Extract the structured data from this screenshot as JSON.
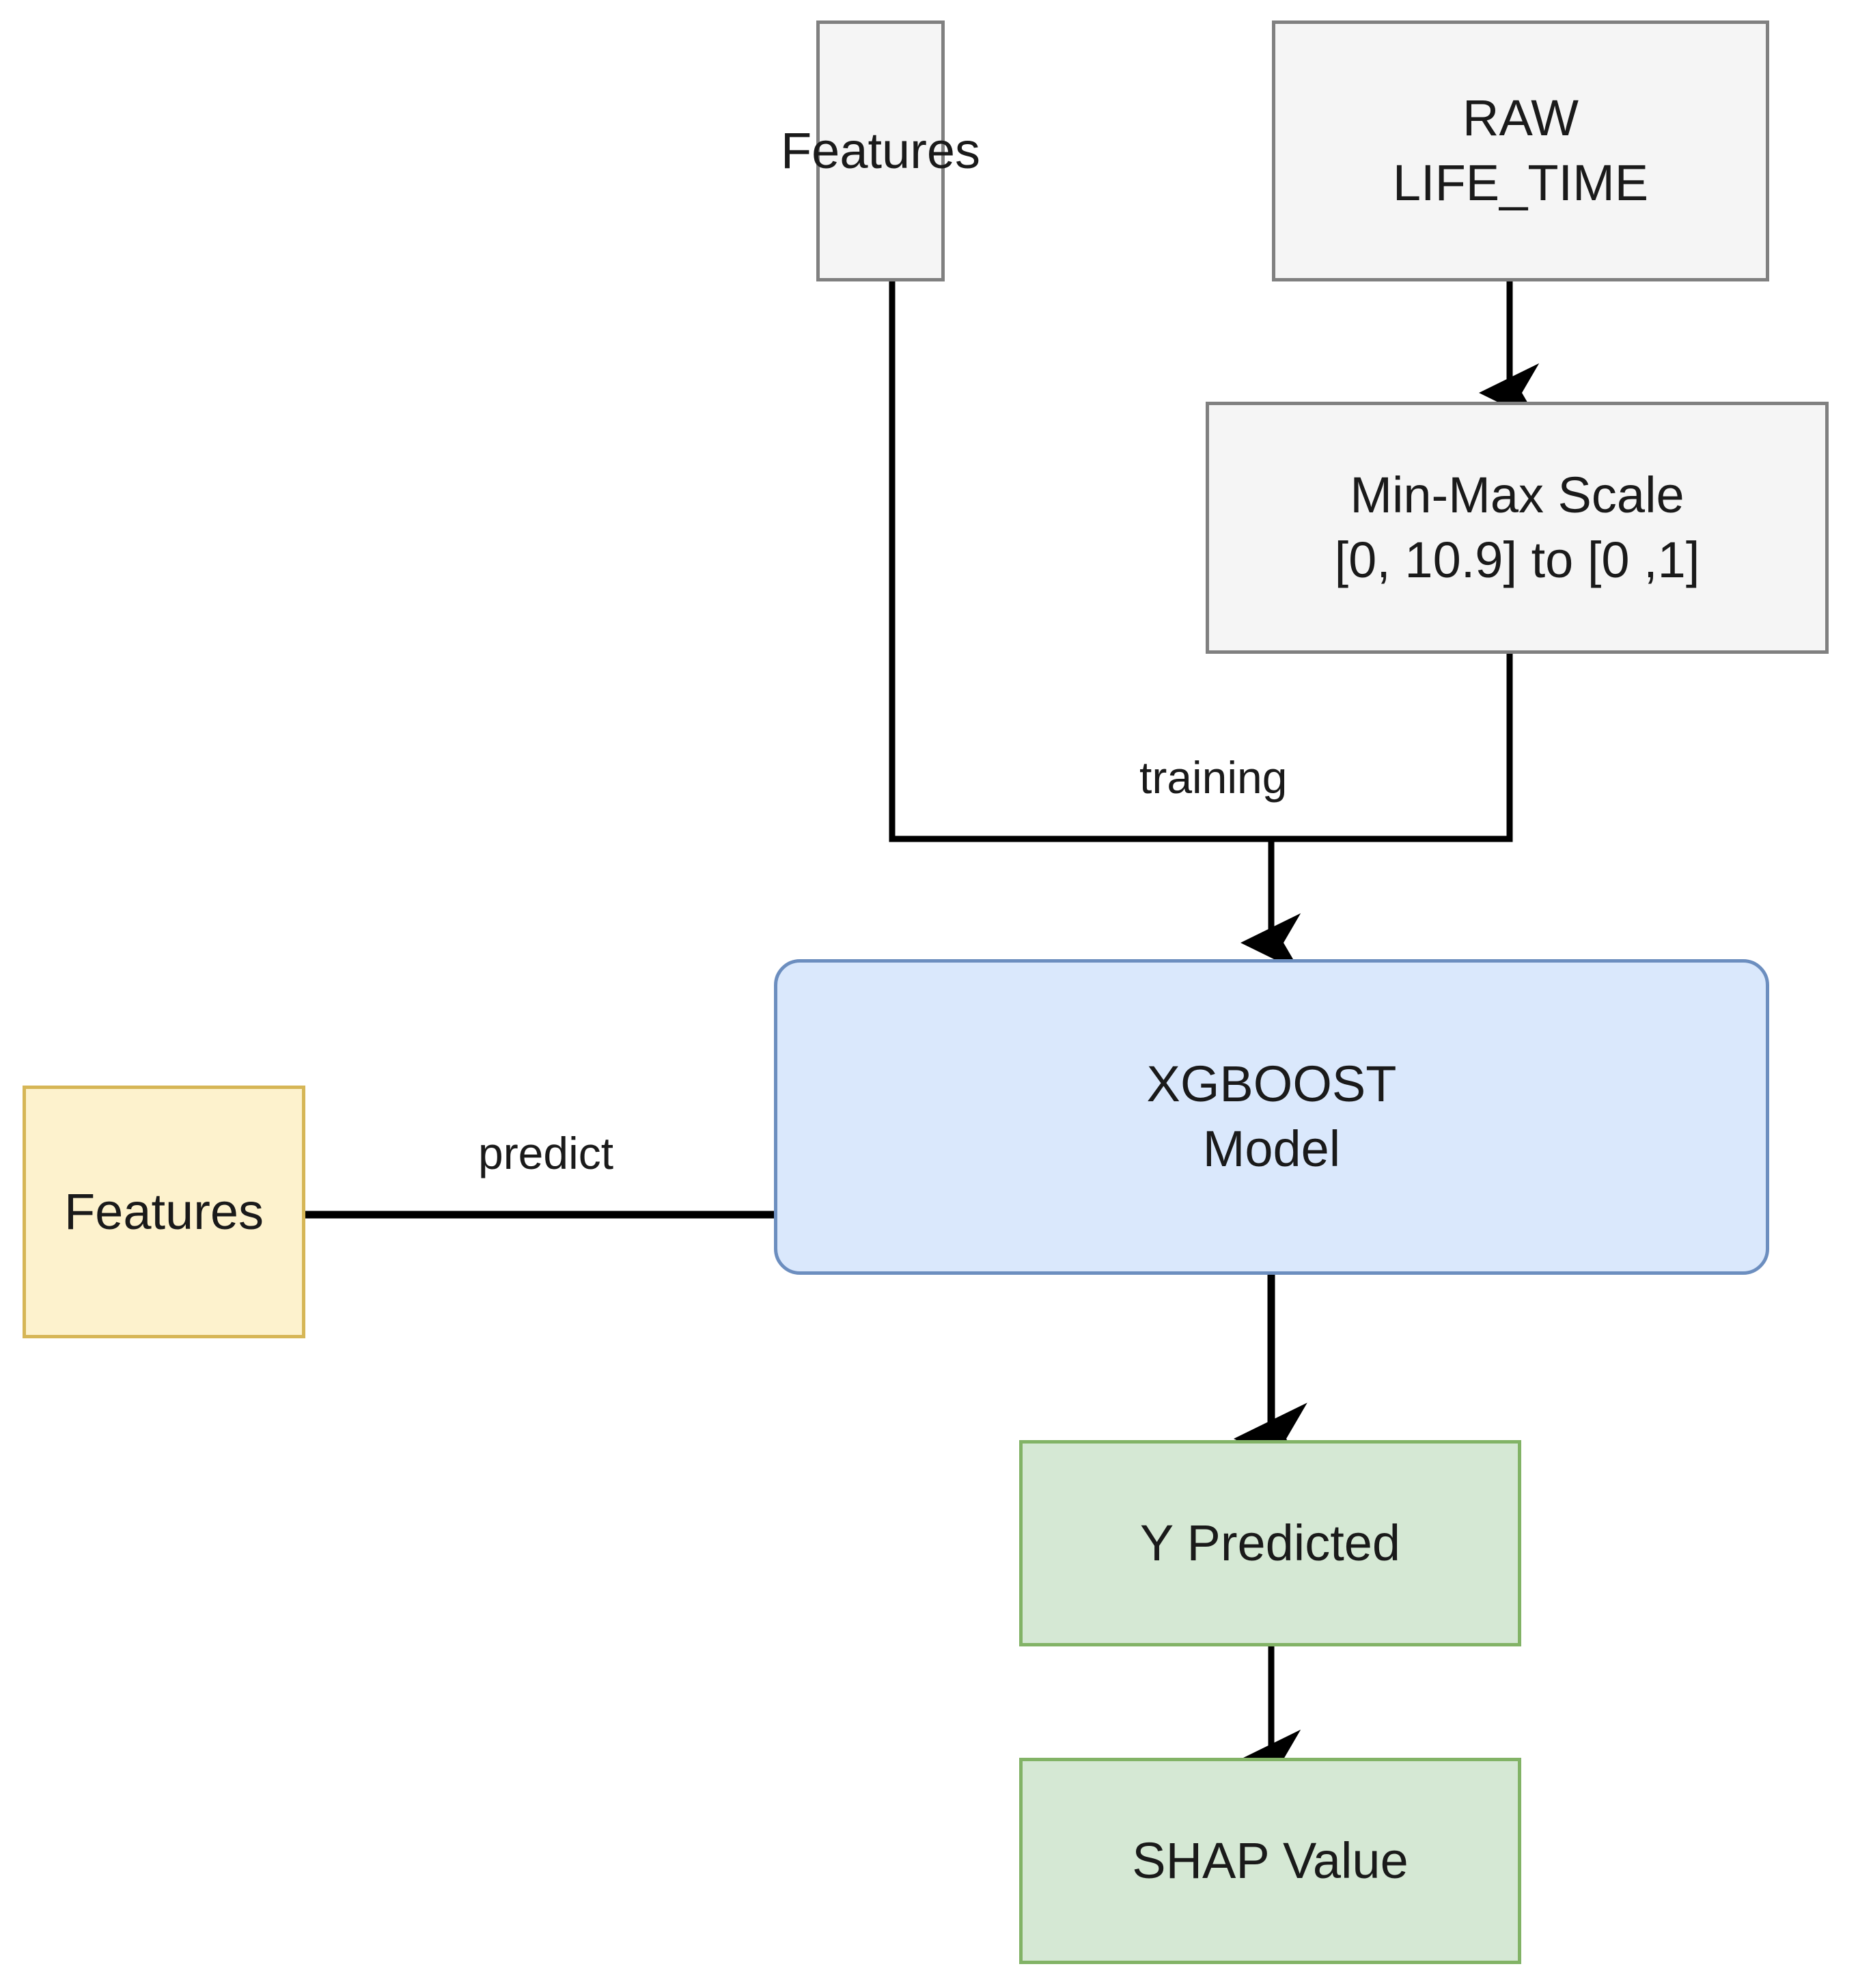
{
  "diagram": {
    "type": "flowchart",
    "title": "XGBOOST model training and SHAP explanation pipeline",
    "background": "#ffffff",
    "nodes": [
      {
        "id": "features_train",
        "label": "Features",
        "style": "gray",
        "fill": "#f5f5f5",
        "stroke": "#808080"
      },
      {
        "id": "raw_life_time",
        "label": "RAW\nLIFE_TIME",
        "style": "gray",
        "fill": "#f5f5f5",
        "stroke": "#808080"
      },
      {
        "id": "min_max_scale",
        "label": "Min-Max Scale\n[0, 10.9] to [0 ,1]",
        "style": "gray",
        "fill": "#f5f5f5",
        "stroke": "#808080"
      },
      {
        "id": "xgboost_model",
        "label": "XGBOOST\nModel",
        "style": "model",
        "fill": "#dae8fc",
        "stroke": "#6c8ebf"
      },
      {
        "id": "features_predict",
        "label": "Features",
        "style": "yellow",
        "fill": "#fdf2cd",
        "stroke": "#d6b656"
      },
      {
        "id": "y_predicted",
        "label": "Y Predicted",
        "style": "green",
        "fill": "#d5e8d4",
        "stroke": "#82b366"
      },
      {
        "id": "shap_value",
        "label": "SHAP Value",
        "style": "green",
        "fill": "#d5e8d4",
        "stroke": "#82b366"
      }
    ],
    "edges": [
      {
        "id": "e_raw_scale",
        "from": "raw_life_time",
        "to": "min_max_scale",
        "label": ""
      },
      {
        "id": "e_training",
        "from": "features_train",
        "to": "xgboost_model",
        "label": "training"
      },
      {
        "id": "e_scale_model",
        "from": "min_max_scale",
        "to": "xgboost_model",
        "label": ""
      },
      {
        "id": "e_predict",
        "from": "features_predict",
        "to": "y_predicted",
        "label": "predict"
      },
      {
        "id": "e_y_shap",
        "from": "y_predicted",
        "to": "shap_value",
        "label": ""
      }
    ],
    "colors": {
      "line": "#000000",
      "gray_fill": "#f5f5f5",
      "gray_stroke": "#808080",
      "blue_fill": "#dae8fc",
      "blue_stroke": "#6c8ebf",
      "yellow_fill": "#fdf2cd",
      "yellow_stroke": "#d6b656",
      "green_fill": "#d5e8d4",
      "green_stroke": "#82b366"
    }
  }
}
